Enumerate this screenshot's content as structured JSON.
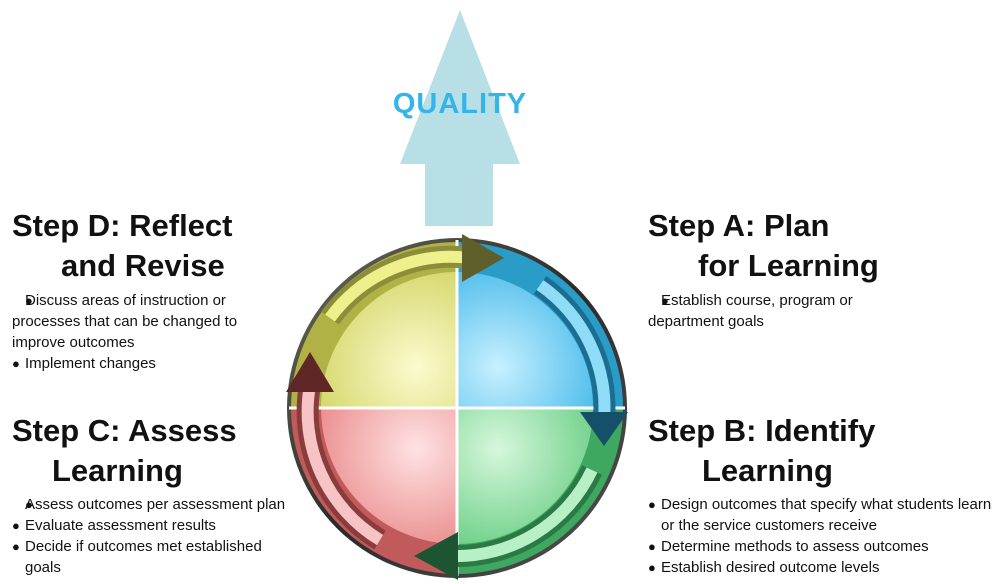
{
  "quality_label": "QUALITY",
  "colors": {
    "arrow": "#b9dfe6",
    "quality_text": "#33b5ea",
    "plan_quadrant": "#5ccbf5",
    "identify_quadrant": "#8be0a0",
    "assess_quadrant": "#f4a3a3",
    "reflect_quadrant": "#e2e38a"
  },
  "steps": {
    "reflect": {
      "title_line1": "Step D: Reflect",
      "title_line2": "and Revise",
      "bullets": [
        "Discuss areas of instruction or processes that can be changed to improve outcomes",
        "Implement changes"
      ]
    },
    "plan": {
      "title_line1": "Step A: Plan",
      "title_line2": "for Learning",
      "bullets": [
        "Establish course, program or department goals"
      ]
    },
    "assess": {
      "title_line1": "Step C: Assess",
      "title_line2": "Learning",
      "bullets": [
        "Assess outcomes per assessment plan",
        "Evaluate assessment results",
        "Decide if outcomes met established goals"
      ]
    },
    "identify": {
      "title_line1": "Step B: Identify",
      "title_line2": "Learning",
      "bullets": [
        "Design outcomes that specify what students learn or the service customers receive",
        "Determine methods to assess outcomes",
        "Establish desired outcome levels"
      ]
    }
  }
}
